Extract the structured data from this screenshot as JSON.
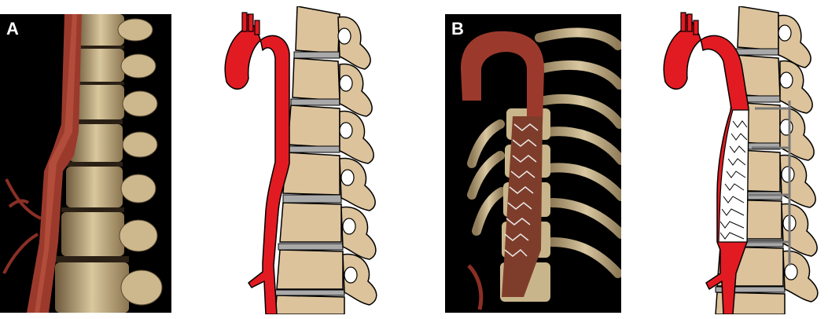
{
  "figure": {
    "panels": [
      {
        "label": "A",
        "kind": "3d-ct-photo",
        "content": "native-aorta"
      },
      {
        "kind": "schematic-drawing",
        "content": "native-aorta"
      },
      {
        "label": "B",
        "kind": "3d-ct-photo",
        "content": "stented-aorta"
      },
      {
        "kind": "schematic-drawing",
        "content": "stented-aorta"
      }
    ]
  },
  "colors": {
    "aorta_red": "#e21b22",
    "bone": "#dcc39c",
    "disc": "#a9a9a9",
    "photo_bg": "#000000",
    "ct_aorta": "#9b3a2c"
  }
}
